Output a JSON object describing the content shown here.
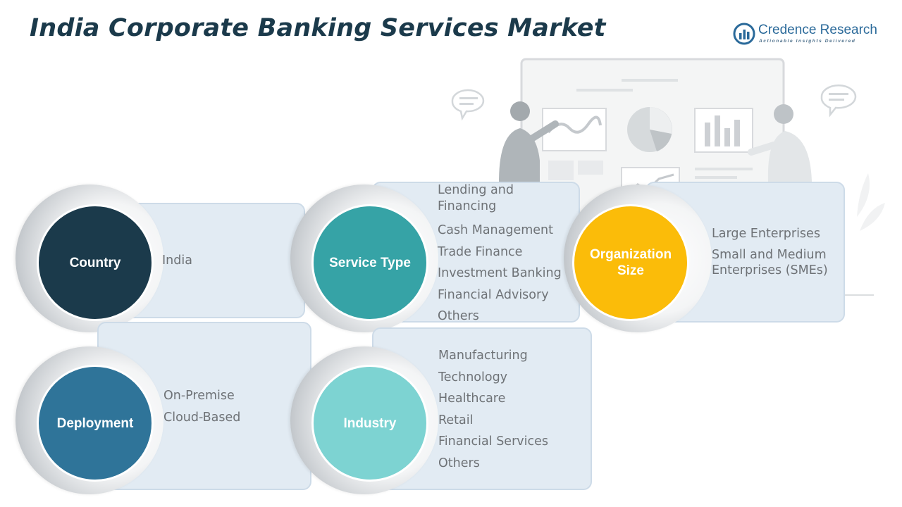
{
  "title": "India Corporate Banking Services Market",
  "logo": {
    "name": "Credence Research",
    "tagline": "Actionable Insights Delivered",
    "icon": "bar-chart-logo-icon"
  },
  "colors": {
    "country": "#1b3a4b",
    "service_type": "#36a3a6",
    "organization_size": "#fbbc09",
    "deployment": "#2f7499",
    "industry": "#7dd3d2",
    "panel": "#e2ebf3"
  },
  "segments": {
    "country": {
      "label": "Country",
      "items": [
        "India"
      ]
    },
    "service_type": {
      "label": "Service Type",
      "items": [
        "Lending and Financing",
        "Cash Management",
        "Trade Finance",
        "Investment Banking",
        "Financial Advisory",
        "Others"
      ]
    },
    "organization_size": {
      "label": "Organization Size",
      "items": [
        "Large Enterprises",
        "Small and Medium Enterprises (SMEs)"
      ]
    },
    "deployment": {
      "label": "Deployment",
      "items": [
        "On-Premise",
        "Cloud-Based"
      ]
    },
    "industry": {
      "label": "Industry",
      "items": [
        "Manufacturing",
        "Technology",
        "Healthcare",
        "Retail",
        "Financial Services",
        "Others"
      ]
    }
  }
}
